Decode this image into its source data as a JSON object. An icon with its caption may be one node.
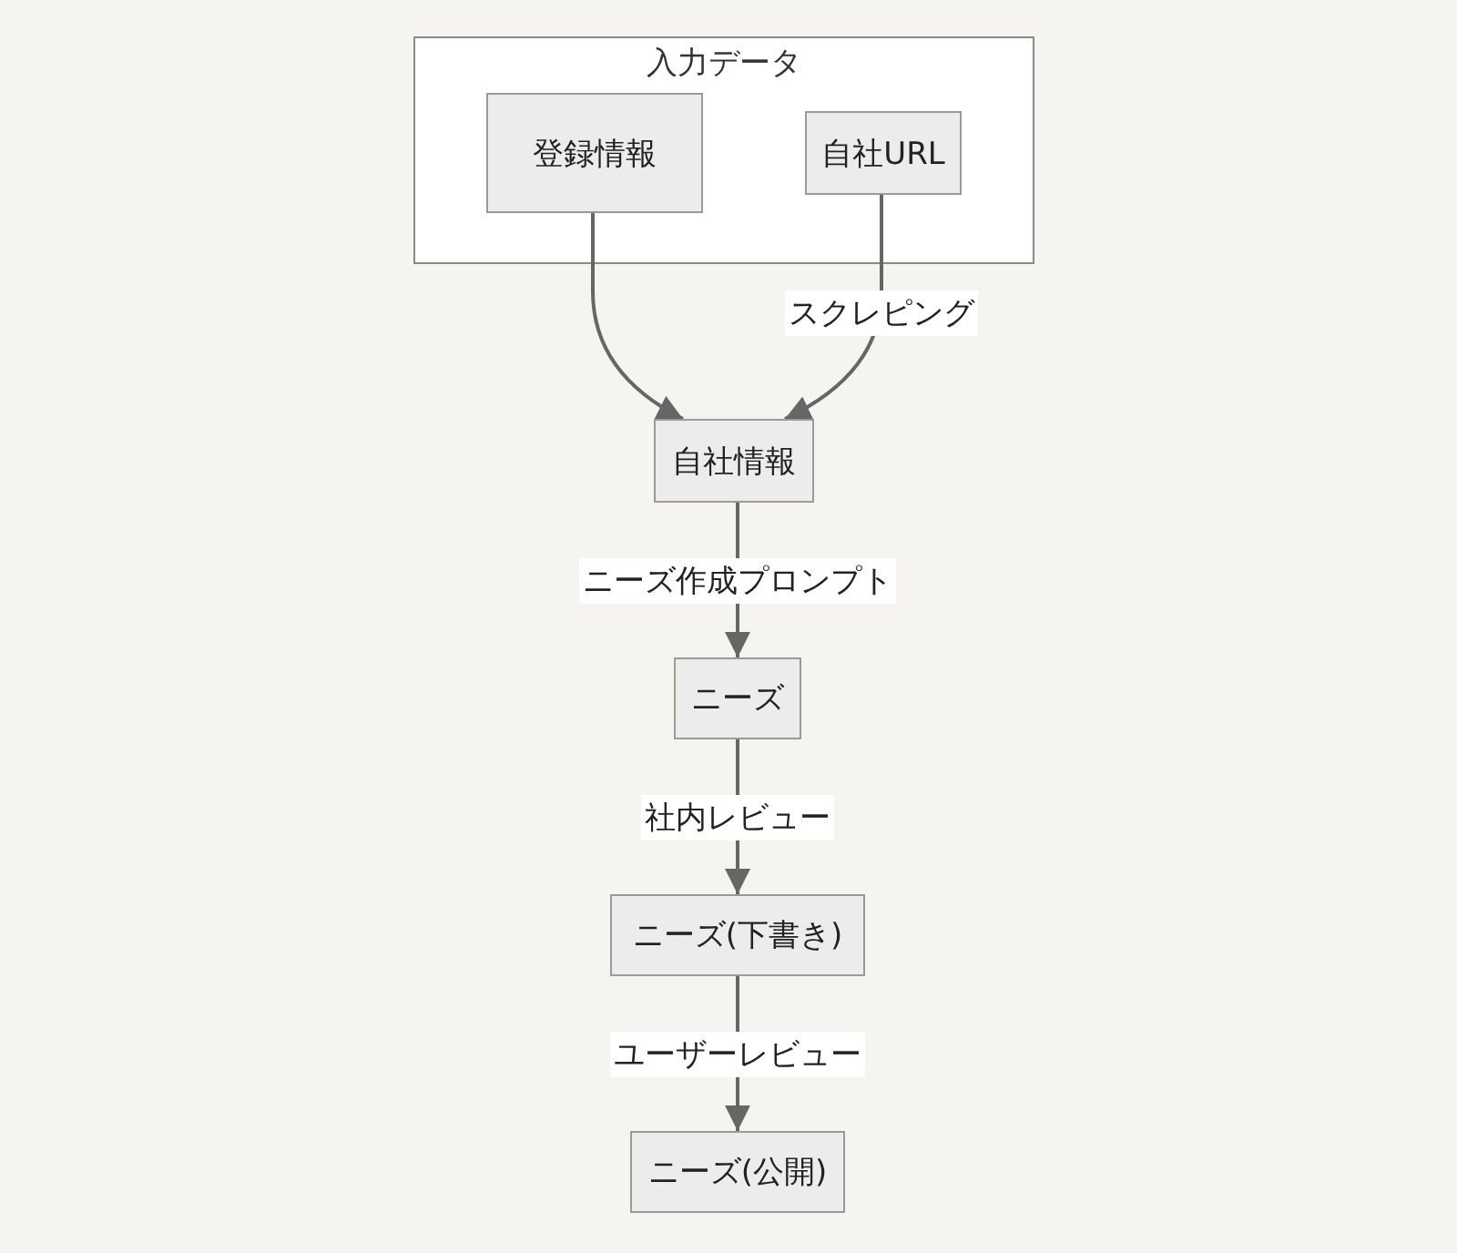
{
  "diagram": {
    "nodes": [
      {
        "text": [
          "入力データ"
        ]
      },
      {
        "text": [
          "登録情報"
        ],
        "in": 0
      },
      {
        "text": [
          "自社URL"
        ],
        "in": 0
      },
      {
        "text": [
          "自社情報"
        ]
      },
      {
        "text": [
          "ニーズ"
        ]
      },
      {
        "text": [
          "ニーズ(下書き)"
        ]
      },
      {
        "text": [
          "ニーズ(公開)"
        ]
      }
    ],
    "edges": [
      {
        "from": 1,
        "to": 3,
        "arrow": "to"
      },
      {
        "from": 2,
        "to": 3,
        "arrow": "to",
        "label": "スクレピング"
      },
      {
        "from": 3,
        "to": 4,
        "arrow": "to",
        "label": "ニーズ作成プロンプト"
      },
      {
        "from": 4,
        "to": 5,
        "arrow": "to",
        "label": "社内レビュー"
      },
      {
        "from": 5,
        "to": 6,
        "arrow": "to",
        "label": "ユーザーレビュー"
      }
    ]
  }
}
